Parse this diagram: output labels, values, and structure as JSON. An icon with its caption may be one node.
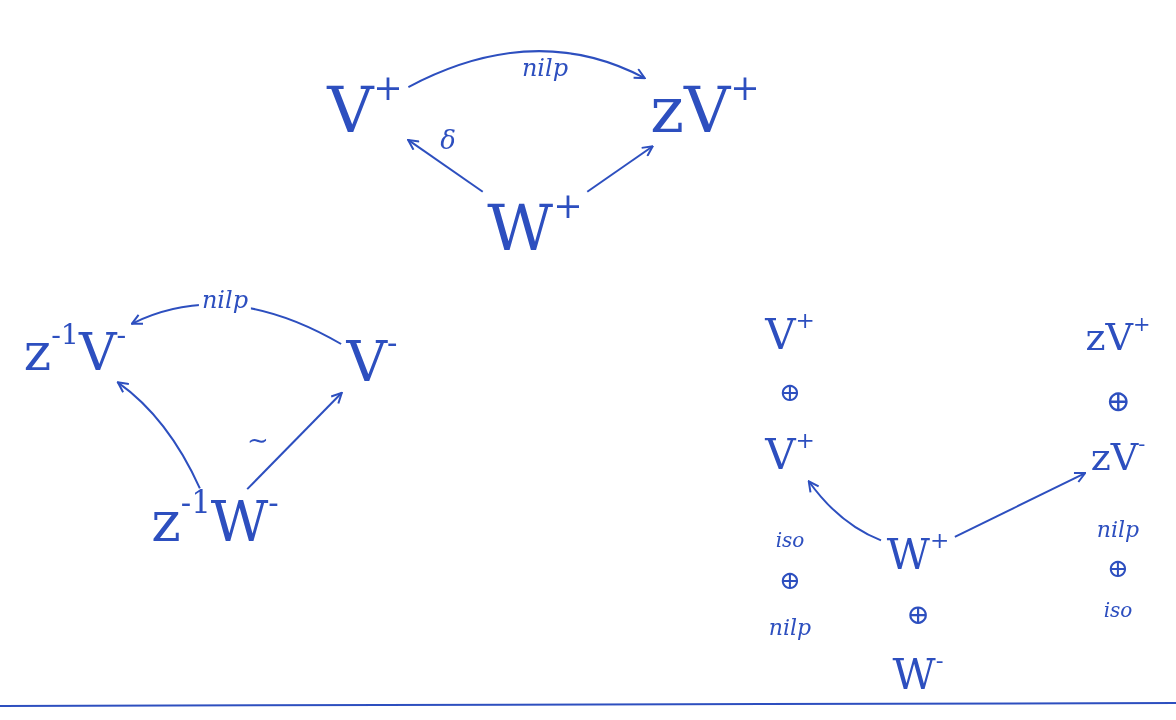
{
  "diagram": {
    "nodes": [
      {
        "text": [
          "V$^{+}$"
        ]
      },
      {
        "text": [
          "zV$^{+}$"
        ]
      },
      {
        "text": [
          "W$^{+}$"
        ]
      },
      {
        "text": [
          "z$^{-1}$V$^{-}$"
        ]
      },
      {
        "text": [
          "V$^{-}$"
        ]
      },
      {
        "text": [
          "z$^{-1}$W$^{-}$"
        ]
      },
      {
        "text": [
          "V$^{+}$"
        ]
      },
      {
        "text": [
          "V$^{+}$"
        ]
      },
      {
        "text": [
          "W$^{+}$"
        ]
      },
      {
        "text": [
          "W$^{-}$"
        ]
      },
      {
        "text": [
          "zV$^{+}$"
        ]
      },
      {
        "text": [
          "zV$^{-}$"
        ]
      }
    ],
    "edges": [
      {
        "from": 0,
        "to": 1,
        "arrow": "to",
        "label": "nilp"
      },
      {
        "from": 2,
        "to": 0,
        "arrow": "to",
        "label": "δ"
      },
      {
        "from": 2,
        "to": 1,
        "arrow": "to"
      },
      {
        "from": 4,
        "to": 3,
        "arrow": "to",
        "label": "nilp"
      },
      {
        "from": 5,
        "to": 3,
        "arrow": "to"
      },
      {
        "from": 5,
        "to": 4,
        "arrow": "to",
        "label": "∼"
      },
      {
        "from": 8,
        "to": 7,
        "arrow": "to"
      },
      {
        "from": 8,
        "to": 11,
        "arrow": "to"
      }
    ],
    "labels": [
      "⊕",
      "iso",
      "⊕",
      "nilp",
      "⊕",
      "⊕",
      "nilp",
      "⊕",
      "iso"
    ]
  }
}
